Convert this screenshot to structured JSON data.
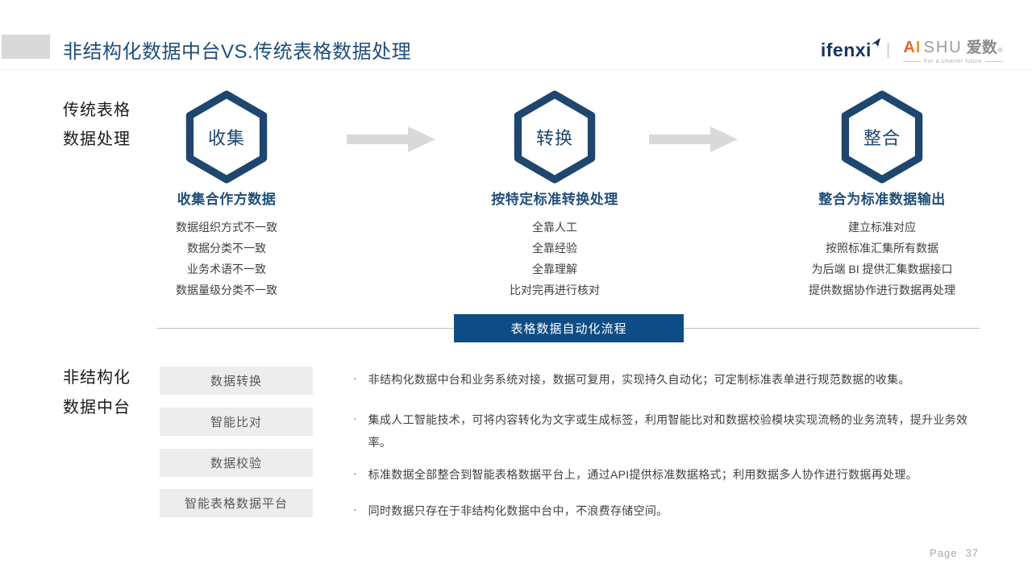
{
  "page": {
    "title": "非结构化数据中台VS.传统表格数据处理",
    "page_label": "Page",
    "page_number": "37"
  },
  "logos": {
    "ifenxi": "ifenxi",
    "aishu_ai": "AI",
    "aishu_shu": "SHU",
    "aishu_cn": "爱数",
    "aishu_reg": "®",
    "aishu_tagline": "For a smarter future"
  },
  "traditional": {
    "label_line1": "传统表格",
    "label_line2": "数据处理",
    "steps": [
      {
        "hex": "收集",
        "heading": "收集合作方数据",
        "items": [
          "数据组织方式不一致",
          "数据分类不一致",
          "业务术语不一致",
          "数据量级分类不一致"
        ]
      },
      {
        "hex": "转换",
        "heading": "按特定标准转换处理",
        "items": [
          "全靠人工",
          "全靠经验",
          "全靠理解",
          "比对完再进行核对"
        ]
      },
      {
        "hex": "整合",
        "heading": "整合为标准数据输出",
        "items": [
          "建立标准对应",
          "按照标准汇集所有数据",
          "为后端 BI 提供汇集数据接口",
          "提供数据协作进行数据再处理"
        ]
      }
    ]
  },
  "divider": {
    "banner": "表格数据自动化流程"
  },
  "unstructured": {
    "label_line1": "非结构化",
    "label_line2": "数据中台",
    "modules": [
      "数据转换",
      "智能比对",
      "数据校验",
      "智能表格数据平台"
    ],
    "bullet_glyph": "·",
    "bullets": [
      "非结构化数据中台和业务系统对接，数据可复用，实现持久自动化；可定制标准表单进行规范数据的收集。",
      "集成人工智能技术，可将内容转化为文字或生成标签，利用智能比对和数据校验模块实现流畅的业务流转，提升业务效率。",
      "标准数据全部整合到智能表格数据平台上，通过API提供标准数据格式；利用数据多人协作进行数据再处理。",
      "同时数据只存在于非结构化数据中台中，不浪费存储空间。"
    ]
  },
  "colors": {
    "title_blue": "#1f4e79",
    "hex_navy": "#1e466e",
    "banner_blue": "#0e4c85",
    "arrow_gray": "#d9d9d9"
  }
}
